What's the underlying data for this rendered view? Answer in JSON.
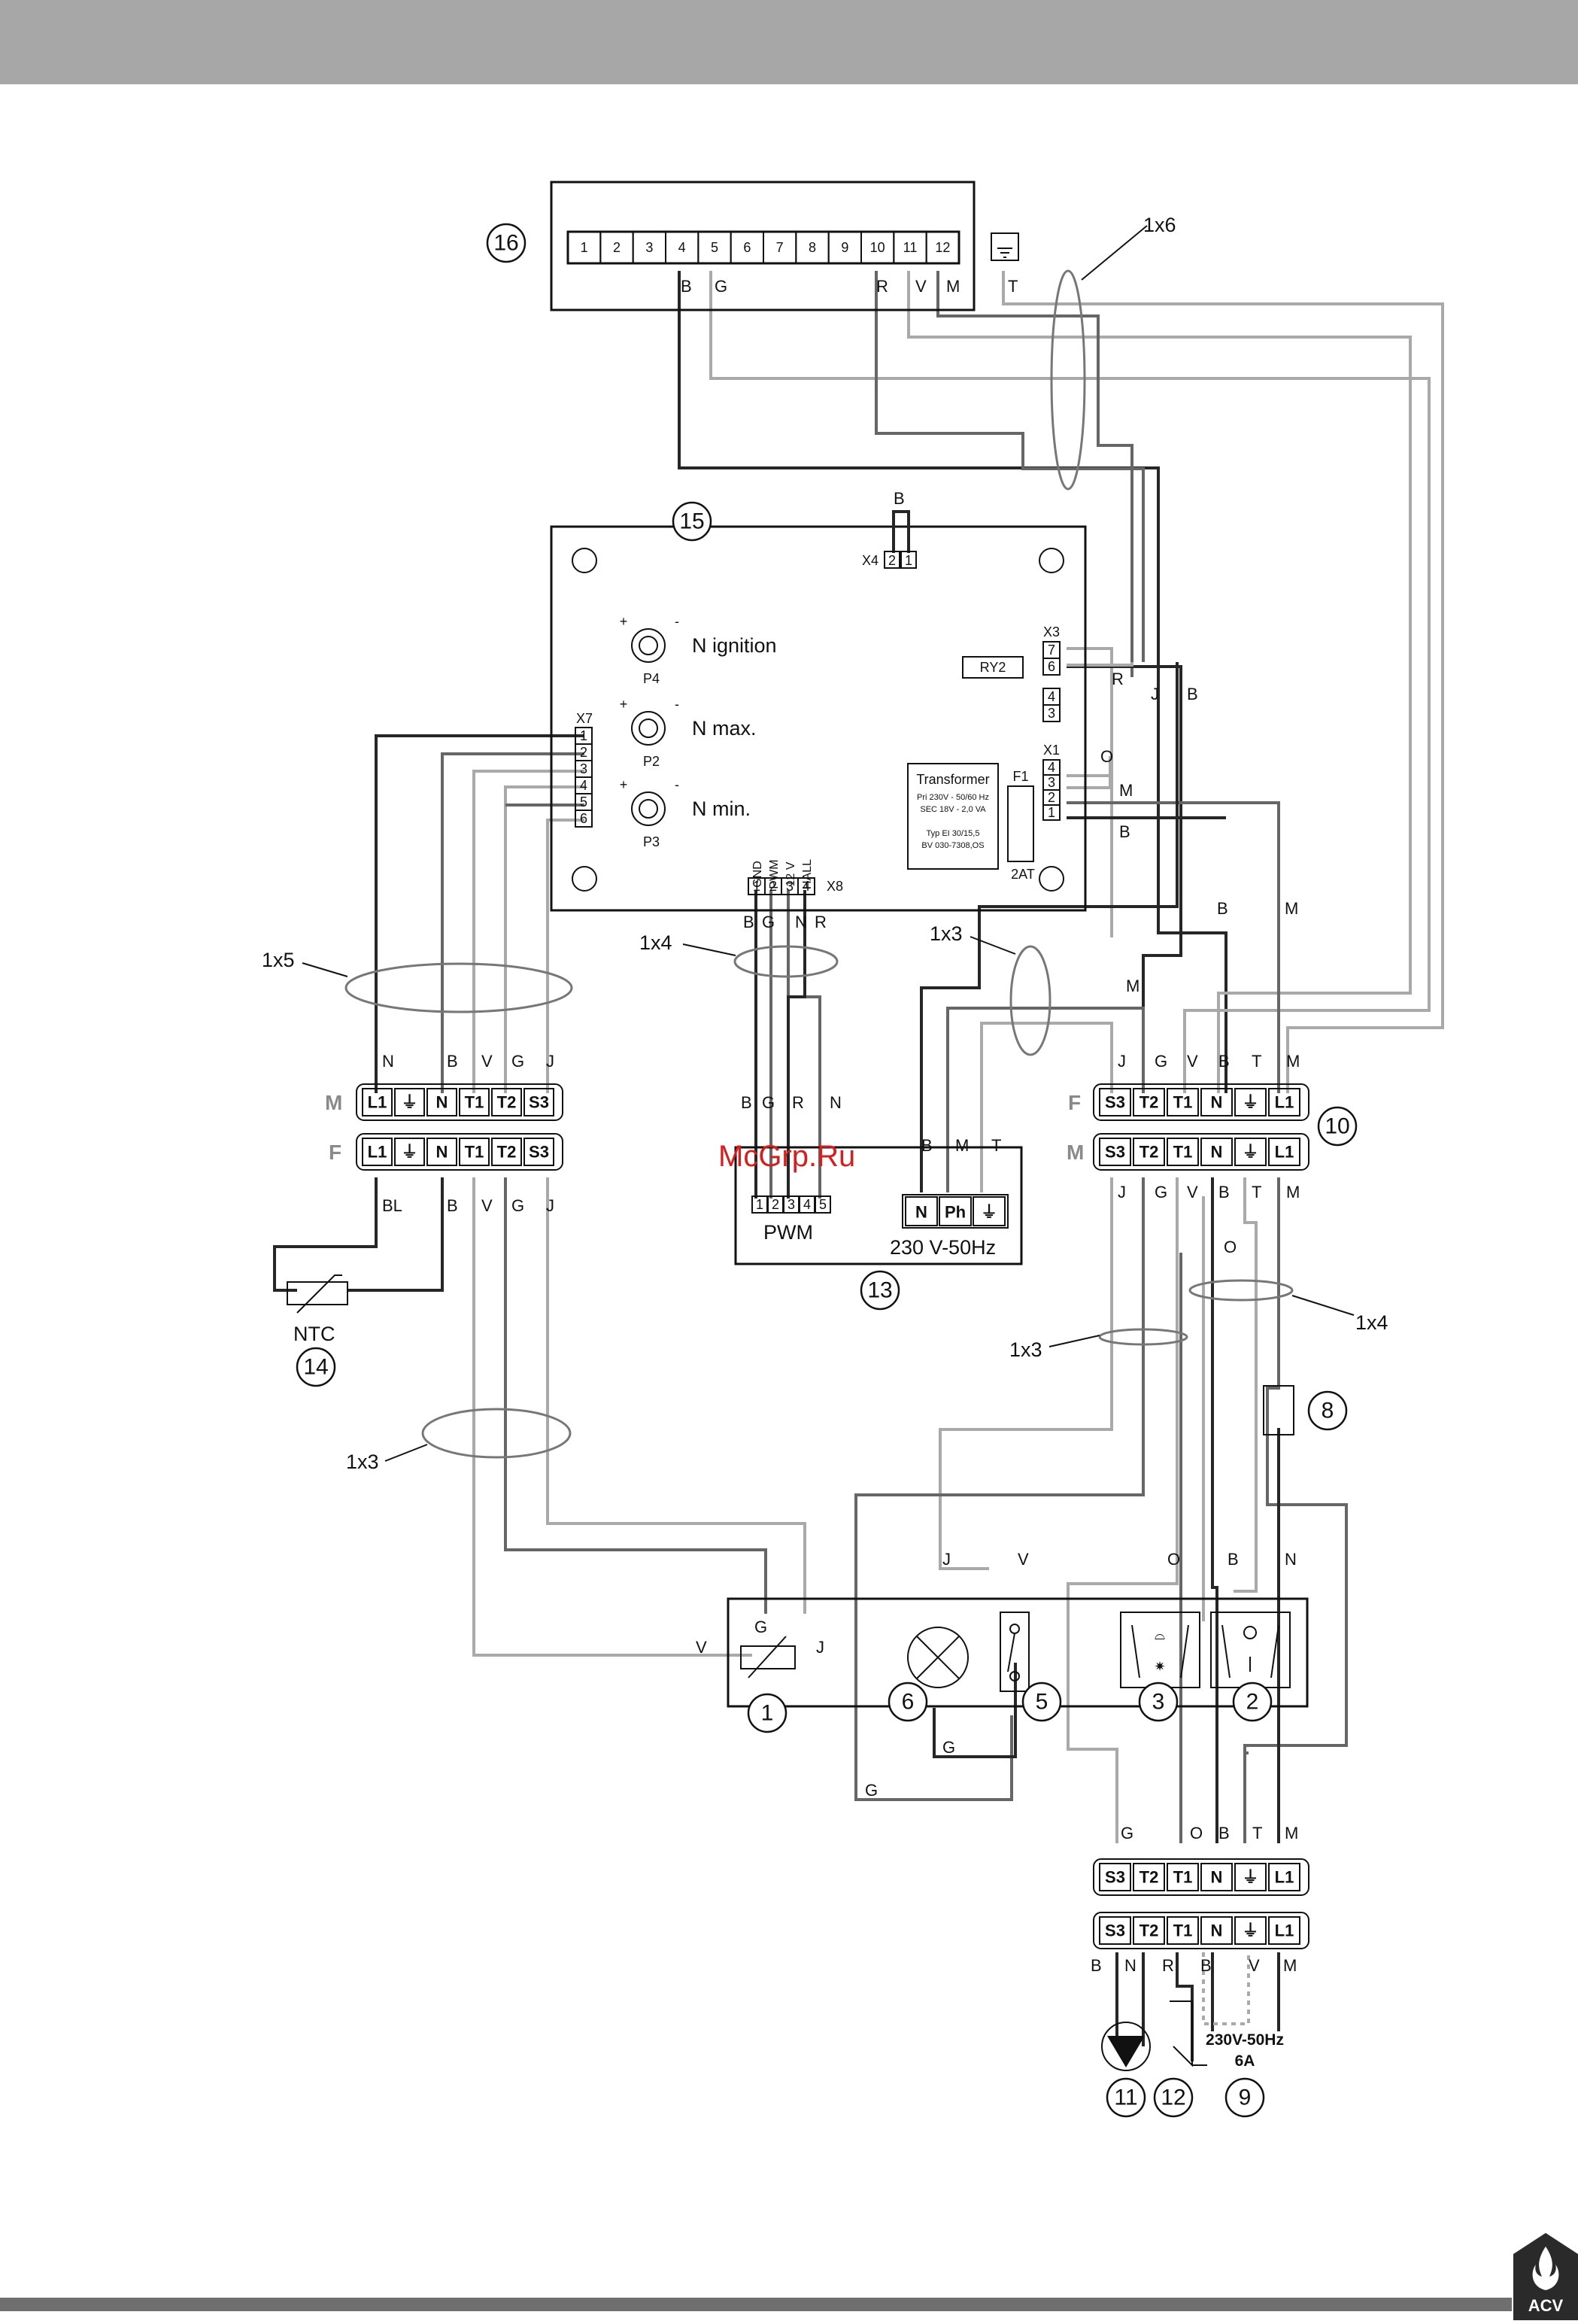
{
  "watermark": "McGrp.Ru",
  "logo_text": "ACV",
  "callouts": [
    "1",
    "2",
    "3",
    "5",
    "6",
    "8",
    "9",
    "10",
    "11",
    "12",
    "13",
    "14",
    "15",
    "16"
  ],
  "cables": {
    "c16": "1x6",
    "c1x5": "1x5",
    "c1x4a": "1x4",
    "c1x3a": "1x3",
    "c1x3b": "1x3",
    "c1x3c": "1x3",
    "c1x4b": "1x4"
  },
  "panel16": {
    "terminals": [
      "1",
      "2",
      "3",
      "4",
      "5",
      "6",
      "7",
      "8",
      "9",
      "10",
      "11",
      "12"
    ],
    "wire_labels": {
      "t4": "B",
      "t5": "G",
      "t10": "R",
      "t11": "V",
      "t12": "M",
      "earth": "T"
    }
  },
  "board15": {
    "x4": {
      "label": "X4",
      "pins": [
        "2",
        "1"
      ],
      "wire": "B"
    },
    "x3": {
      "label": "X3",
      "pins": [
        "7",
        "6",
        "4",
        "3"
      ]
    },
    "x1": {
      "label": "X1",
      "pins": [
        "4",
        "3",
        "2",
        "1"
      ]
    },
    "x7": {
      "label": "X7",
      "pins": [
        "1",
        "2",
        "3",
        "4",
        "5",
        "6"
      ]
    },
    "x8": {
      "label": "X8",
      "pins": [
        "1",
        "2",
        "3",
        "4"
      ],
      "signals": [
        "GND",
        "PWM",
        "12 V",
        "HALL"
      ]
    },
    "relay": "RY2",
    "fuse": "F1",
    "fuse_rating": "2AT",
    "pots": [
      {
        "name": "P4",
        "label": "N ignition"
      },
      {
        "name": "P2",
        "label": "N max."
      },
      {
        "name": "P3",
        "label": "N min."
      }
    ],
    "plus": "+",
    "minus": "-",
    "transformer": {
      "title": "Transformer",
      "lines": [
        "Pri 230V - 50/60 Hz",
        "SEC 18V - 2,0 VA",
        "Typ EI 30/15,5",
        "BV 030-7308,OS"
      ]
    },
    "wire_labels": {
      "x3_r": "R",
      "x3_j": "J",
      "x3_b": "B",
      "x1_o": "O",
      "x1_m": "M",
      "x1_b": "B",
      "x8": [
        "B",
        "G",
        "N",
        "R"
      ]
    }
  },
  "left_terminals": {
    "male_letter": "M",
    "female_letter": "F",
    "terminals": [
      "L1",
      "⏚",
      "N",
      "T1",
      "T2",
      "S3"
    ],
    "top_wires": [
      "N",
      "B",
      "V",
      "G",
      "J"
    ],
    "bottom_wires": [
      "BL",
      "B",
      "V",
      "G",
      "J"
    ]
  },
  "right_terminals": {
    "male_letter": "M",
    "female_letter": "F",
    "terminals": [
      "S3",
      "T2",
      "T1",
      "N",
      "⏚",
      "L1"
    ],
    "top_wires": [
      "J",
      "G",
      "V",
      "B",
      "T",
      "M"
    ],
    "bottom_wires": [
      "J",
      "G",
      "V",
      "B",
      "T",
      "M"
    ],
    "side_labels": {
      "b": "B",
      "m": "M",
      "m2": "M",
      "o": "O"
    }
  },
  "module13": {
    "pwm": "PWM",
    "pwm_pins": [
      "1",
      "2",
      "3",
      "4",
      "5"
    ],
    "power": "230 V-50Hz",
    "power_terms": [
      "N",
      "Ph",
      "⏚"
    ],
    "wire_labels": {
      "top": [
        "B",
        "G",
        "R",
        "N"
      ],
      "power": [
        "B",
        "M",
        "T"
      ]
    }
  },
  "ntc": {
    "label": "NTC"
  },
  "burner": {
    "wire_labels": {
      "j": "J",
      "v": "V",
      "o": "O",
      "b": "B",
      "n": "N",
      "g1": "G",
      "v2": "V",
      "j2": "J",
      "g2": "G",
      "g3": "G"
    }
  },
  "bottom_terminals": {
    "terminals": [
      "S3",
      "T2",
      "T1",
      "N",
      "⏚",
      "L1"
    ],
    "top_wires": [
      "G",
      "O",
      "B",
      "T",
      "M"
    ],
    "bottom_wires": [
      "B",
      "N",
      "R",
      "B",
      "V",
      "M"
    ],
    "supply": [
      "230V-50Hz",
      "6A"
    ]
  }
}
